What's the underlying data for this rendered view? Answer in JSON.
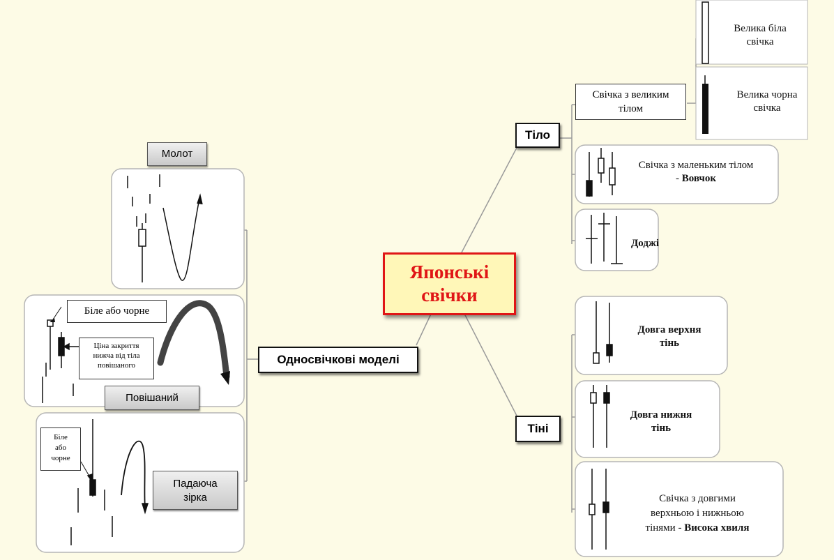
{
  "center": {
    "line1": "Японські",
    "line2": "свічки"
  },
  "branches": {
    "body": "Тіло",
    "shadows": "Тіні",
    "single": "Односвічкові моделі"
  },
  "body_items": {
    "big_body": {
      "line1": "Свічка з великим",
      "line2": "тілом"
    },
    "big_white": {
      "line1": "Велика біла",
      "line2": "свічка"
    },
    "big_black": {
      "line1": "Велика чорна",
      "line2": "свічка"
    },
    "small_body": {
      "line1": "Свічка з маленьким тілом",
      "line2_prefix": "- ",
      "line2_bold": "Вовчок"
    },
    "doji": "Доджі"
  },
  "shadow_items": {
    "upper": {
      "line1": "Довга верхня",
      "line2": "тінь"
    },
    "lower": {
      "line1": "Довга нижня",
      "line2": "тінь"
    },
    "both": {
      "line1": "Свічка з довгими",
      "line2": "верхньою і нижньою",
      "line3_prefix": "тінями - ",
      "line3_bold": "Висока хвиля"
    }
  },
  "single_items": {
    "hammer": "Молот",
    "hanging_white_black": "Біле або чорне",
    "hanging_close_note": {
      "line1": "Ціна закриття",
      "line2": "нижча від тіла",
      "line3": "повішаного"
    },
    "hanging": "Повішаний",
    "star_white_black": {
      "line1": "Біле",
      "line2": "або",
      "line3": "чорне"
    },
    "shooting_star": {
      "line1": "Падаюча",
      "line2": "зірка"
    }
  }
}
